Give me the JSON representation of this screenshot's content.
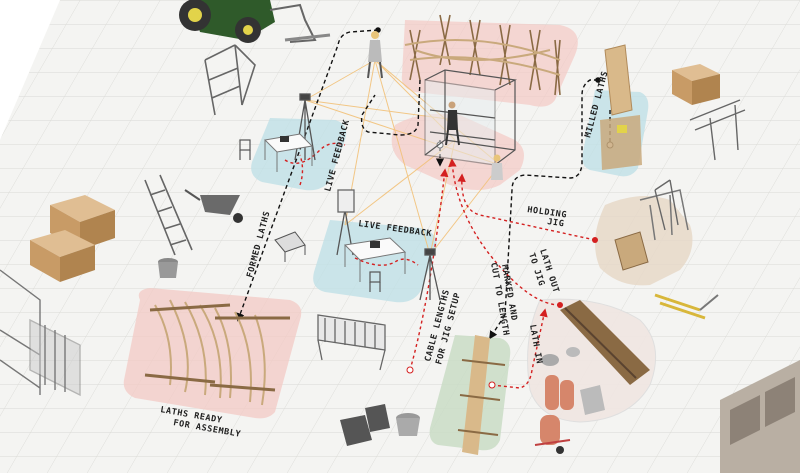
{
  "labels": {
    "formed_laths": "FORMED LATHS",
    "live_feedback_top": "LIVE FEEDBACK",
    "live_feedback_mid": "LIVE FEEDBACK",
    "milled_laths": "MILLED LATHS",
    "holding_jig": [
      "HOLDING",
      "JIG"
    ],
    "lath_out_to_jig": [
      "LATH OUT",
      "TO JIG"
    ],
    "marked_and_cut": [
      "MARKED AND",
      "CUT TO LENGTH"
    ],
    "cable_lengths": [
      "CABLE LENGTHS",
      "FOR JIG SETUP"
    ],
    "lath_in": "LATH IN",
    "laths_ready": [
      "LATHS READY",
      "FOR ASSEMBLY"
    ]
  },
  "colors": {
    "zone_red": "#f3c9c4",
    "zone_blue": "#bfe0e6",
    "zone_green": "#c9dcc6",
    "zone_tan": "#e6d8c8",
    "flow_black": "#111111",
    "flow_red": "#d42020",
    "sight_lines": "#f2c27a",
    "timber": "#d9b98a"
  },
  "icons": [
    "tractor-icon",
    "ladder-icon",
    "wheelbarrow-icon",
    "crate-icon",
    "jig-frame-icon",
    "camera-tripod-icon",
    "laptop-desk-icon",
    "cable-drum-icon",
    "bucket-icon",
    "trolley-icon",
    "sawhorse-icon",
    "pallet-jack-icon",
    "person-icon",
    "scaffold-cage-icon"
  ]
}
